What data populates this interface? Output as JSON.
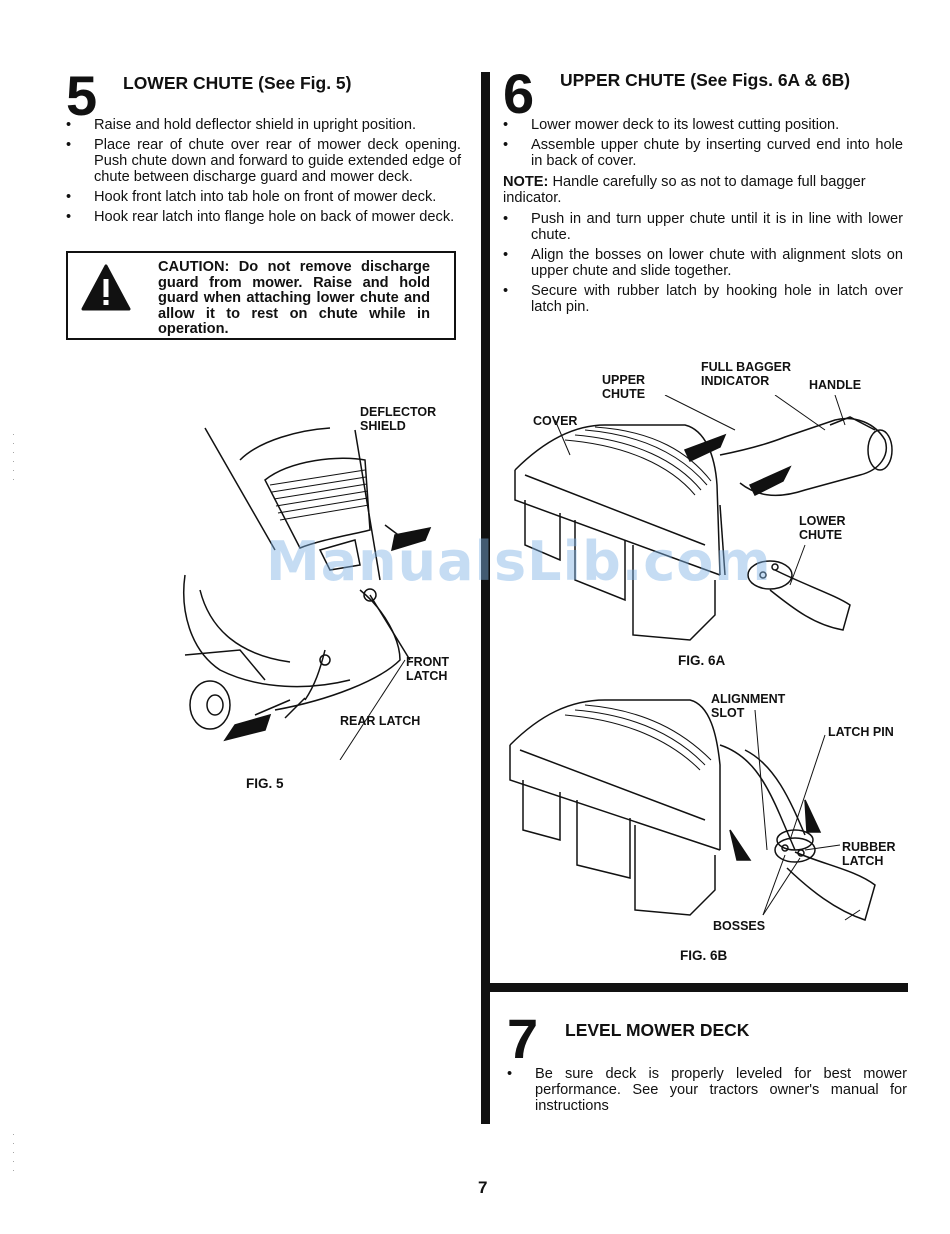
{
  "section5": {
    "number": "5",
    "title": "LOWER CHUTE (See Fig. 5)",
    "bullets": [
      "Raise and hold deflector shield in upright position.",
      "Place rear of chute over rear of mower deck opening. Push chute down and forward to guide extended edge of chute between discharge guard and mower deck.",
      "Hook front latch into tab hole on front of mower deck.",
      "Hook rear latch into flange hole on back of mower deck."
    ],
    "caution": "CAUTION: Do not remove discharge guard from mower. Raise and hold guard when attaching lower chute and allow it to rest on chute while in operation.",
    "figure": {
      "caption": "FIG. 5",
      "labels": {
        "deflector_shield": "DEFLECTOR\nSHIELD",
        "front_latch": "FRONT\nLATCH",
        "rear_latch": "REAR LATCH"
      }
    }
  },
  "section6": {
    "number": "6",
    "title": "UPPER CHUTE (See Figs. 6A & 6B)",
    "bullets_a": [
      "Lower mower deck to its lowest cutting position.",
      "Assemble upper chute by inserting curved end into hole in back of cover."
    ],
    "note_label": "NOTE:",
    "note_text": " Handle carefully so as not to damage full bagger indicator.",
    "bullets_b": [
      "Push in and turn upper chute until it is in line with lower chute.",
      "Align the bosses on lower chute with alignment slots on upper chute and slide together.",
      "Secure with rubber latch by hooking hole in latch over latch pin."
    ],
    "fig6a": {
      "caption": "FIG. 6A",
      "labels": {
        "upper_chute": "UPPER\nCHUTE",
        "full_bagger_indicator": "FULL BAGGER\nINDICATOR",
        "handle": "HANDLE",
        "cover": "COVER",
        "lower_chute": "LOWER\nCHUTE"
      }
    },
    "fig6b": {
      "caption": "FIG. 6B",
      "labels": {
        "alignment_slot": "ALIGNMENT\nSLOT",
        "latch_pin": "LATCH PIN",
        "rubber_latch": "RUBBER\nLATCH",
        "bosses": "BOSSES"
      }
    }
  },
  "section7": {
    "number": "7",
    "title": "LEVEL MOWER DECK",
    "bullets": [
      "Be sure deck is properly leveled for best mower performance. See your tractors owner's manual for instructions"
    ]
  },
  "watermark": "ManualsLib.com",
  "page_number": "7"
}
